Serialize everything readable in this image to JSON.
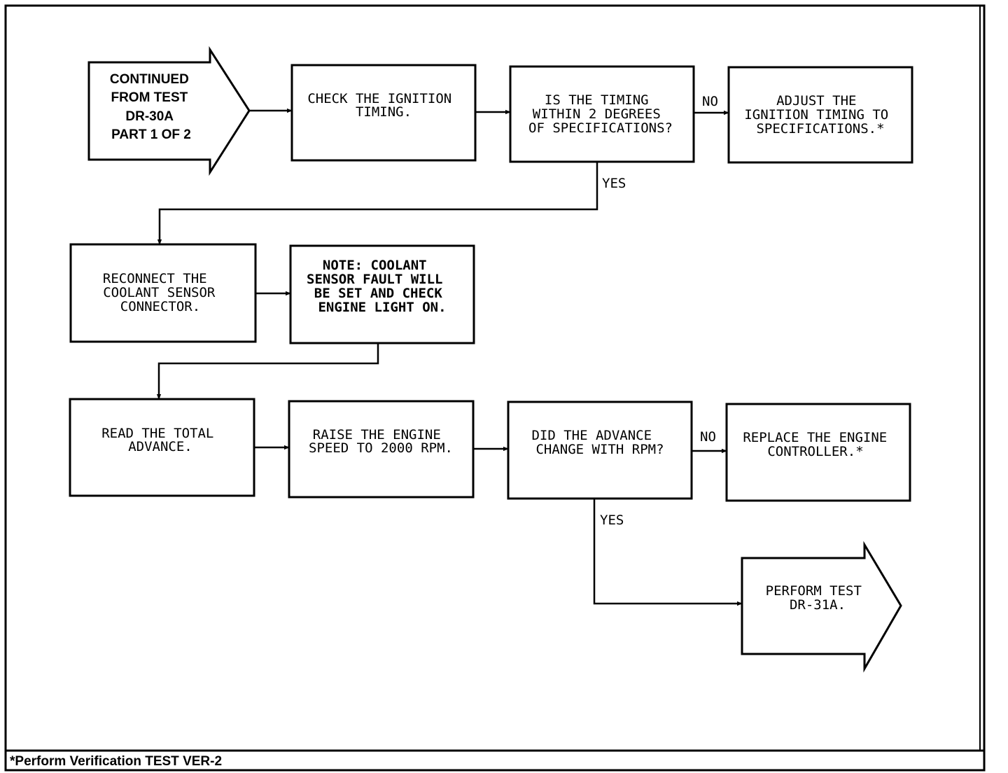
{
  "nodes": {
    "continued": [
      "CONTINUED",
      "FROM TEST",
      "DR-30A",
      "PART 1 OF 2"
    ],
    "check_timing": [
      "CHECK THE IGNITION",
      "TIMING."
    ],
    "timing_question": [
      "IS THE TIMING",
      "WITHIN 2 DEGREES",
      "OF SPECIFICATIONS?"
    ],
    "adjust_timing": [
      "ADJUST THE",
      "IGNITION TIMING TO",
      "SPECIFICATIONS.*"
    ],
    "reconnect": [
      "RECONNECT THE",
      "COOLANT SENSOR",
      "CONNECTOR."
    ],
    "note": [
      "NOTE: COOLANT",
      "SENSOR FAULT WILL",
      "BE SET AND CHECK",
      "ENGINE LIGHT ON."
    ],
    "read_advance": [
      "READ THE TOTAL",
      "ADVANCE."
    ],
    "raise_speed": [
      "RAISE THE ENGINE",
      "SPEED TO 2000 RPM."
    ],
    "advance_question": [
      "DID THE ADVANCE",
      "CHANGE WITH RPM?"
    ],
    "replace_controller": [
      "REPLACE THE ENGINE",
      "CONTROLLER.*"
    ],
    "perform_test": [
      "PERFORM TEST",
      "DR-31A."
    ]
  },
  "edge_labels": {
    "no_1": "NO",
    "yes_1": "YES",
    "no_2": "NO",
    "yes_2": "YES"
  },
  "footer": "*Perform Verification TEST VER-2"
}
